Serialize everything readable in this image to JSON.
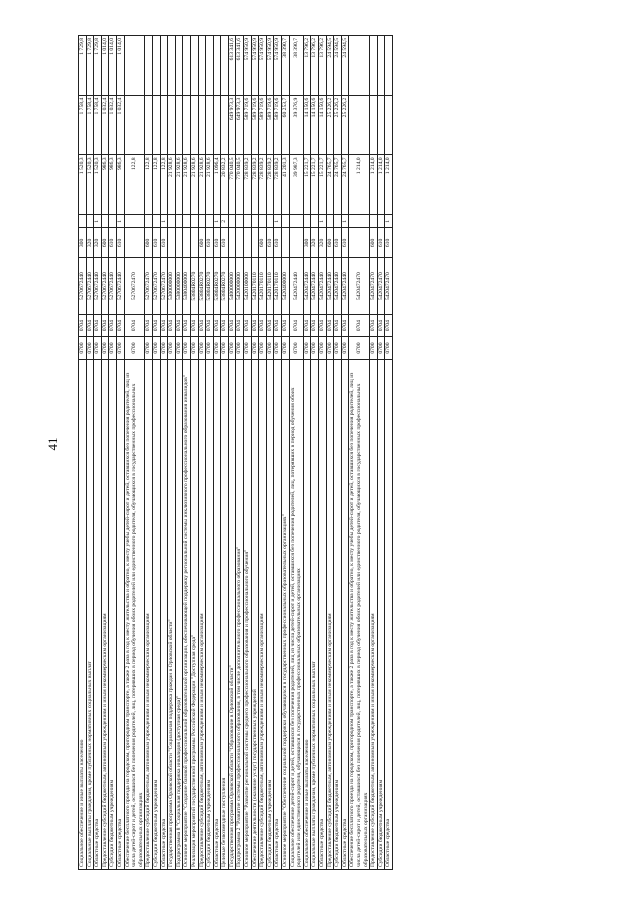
{
  "page_number": "41",
  "rows": [
    [
      "Социальное обеспечение и иные выплаты населению",
      "0700",
      "0704",
      "5270672440",
      "300",
      "",
      "1 520,3",
      "1 758,4",
      "1 729,8"
    ],
    [
      "Социальные выплаты гражданам, кроме публичных нормативных социальных выплат",
      "0700",
      "0704",
      "5270672440",
      "320",
      "",
      "1 520,3",
      "1 758,4",
      "1 729,8"
    ],
    [
      "Областные средства",
      "0700",
      "0704",
      "5270672440",
      "320",
      "1",
      "1 520,3",
      "1 758,4",
      "1 729,8"
    ],
    [
      "Предоставление субсидий бюджетным, автономным учреждениям и иным некоммерческим организациям",
      "0700",
      "0704",
      "5270672440",
      "600",
      "",
      "986,3",
      "1 032,4",
      "1 014,0"
    ],
    [
      "Субсидии бюджетным учреждениям",
      "0700",
      "0704",
      "5270672440",
      "610",
      "",
      "986,3",
      "1 032,4",
      "1 014,0"
    ],
    [
      "Областные средства",
      "0700",
      "0704",
      "5270672440",
      "610",
      "1",
      "986,3",
      "1 032,4",
      "1 014,0"
    ],
    [
      "Обеспечение бесплатного проезда на городском, пригородном транспорте, а также 2 раза в год к месту жительства и обратно, к месту учебы детей-сирот и детей, оставшихся без попечения родителей, лиц из числа детей-сирот и детей, оставшихся без попечения родителей, лиц, потерявших в период обучения обоих родителей или единственного родителя, обучающихся в государственных профессиональных образовательных организациях",
      "0700",
      "0704",
      "5270672470",
      "",
      "",
      "122,8",
      "",
      ""
    ],
    [
      "Предоставление субсидий бюджетным, автономным учреждениям и иным некоммерческим организациям",
      "0700",
      "0704",
      "5270672470",
      "600",
      "",
      "122,8",
      "",
      ""
    ],
    [
      "Субсидии бюджетным учреждениям",
      "0700",
      "0704",
      "5270672470",
      "610",
      "",
      "122,8",
      "",
      ""
    ],
    [
      "Областные средства",
      "0700",
      "0704",
      "5270672470",
      "610",
      "1",
      "122,8",
      "",
      ""
    ],
    [
      "Государственная программа Орловской области \"Социальная поддержка граждан в Орловской области\"",
      "0700",
      "0704",
      "5300000000",
      "",
      "",
      "21 928,6",
      "",
      ""
    ],
    [
      "Подпрограмма 8 \"Социальная поддержка инвалидов (доступная среда)\"",
      "0700",
      "0704",
      "5380000000",
      "",
      "",
      "21 928,6",
      "",
      ""
    ],
    [
      "Основное мероприятие \"Создание базовой профессиональной образовательной организации, обеспечивающей поддержку региональной системы инклюзивного профессионального образования инвалидов\"",
      "0700",
      "0704",
      "5380400000",
      "",
      "",
      "21 928,6",
      "",
      ""
    ],
    [
      "Реализация мероприятий государственной программы Российской Федерации \"Доступная среда\"",
      "0700",
      "0704",
      "53804R0270",
      "",
      "",
      "21 928,6",
      "",
      ""
    ],
    [
      "Предоставление субсидий бюджетным, автономным учреждениям и иным некоммерческим организациям",
      "0700",
      "0704",
      "53804R0270",
      "600",
      "",
      "21 928,6",
      "",
      ""
    ],
    [
      "Субсидии бюджетным учреждениям",
      "0700",
      "0704",
      "53804R0270",
      "610",
      "",
      "21 928,6",
      "",
      ""
    ],
    [
      "Областные средства",
      "0700",
      "0704",
      "53804R0270",
      "610",
      "1",
      "1 096,4",
      "",
      ""
    ],
    [
      "Целевые безвозмездные поступления",
      "0700",
      "0704",
      "53804R0270",
      "610",
      "2",
      "20 832,2",
      "",
      ""
    ],
    [
      "Государственная программа Орловской области \"Образование в Орловской области\"",
      "0700",
      "0704",
      "5400000000",
      "",
      "",
      "770 040,5",
      "649 973,3",
      "613 341,6"
    ],
    [
      "Подпрограмма 2 \"Развитие системы профессионального образования, в том числе дополнительного профессионального образования\"",
      "0700",
      "0704",
      "5420000000",
      "",
      "",
      "770 040,5",
      "649 973,3",
      "613 341,6"
    ],
    [
      "Основное мероприятие \"Развитие региональной системы среднего профессионального образования и профессионального обучения\"",
      "0700",
      "0704",
      "5420100000",
      "",
      "",
      "728 839,2",
      "589 719,6",
      "574 950,9"
    ],
    [
      "Обеспечение деятельности (оказание услуг) государственных учреждений",
      "0700",
      "0704",
      "5420170110",
      "",
      "",
      "728 839,2",
      "589 719,6",
      "574 950,9"
    ],
    [
      "Предоставление субсидий бюджетным, автономным учреждениям и иным некоммерческим организациям",
      "0700",
      "0704",
      "5420170110",
      "600",
      "",
      "728 839,2",
      "589 719,6",
      "574 950,9"
    ],
    [
      "Субсидии бюджетным учреждениям",
      "0700",
      "0704",
      "5420170110",
      "610",
      "",
      "728 839,2",
      "589 719,6",
      "574 950,9"
    ],
    [
      "Областные средства",
      "0700",
      "0704",
      "5420170110",
      "610",
      "1",
      "728 839,2",
      "589 719,6",
      "574 950,9"
    ],
    [
      "Основное мероприятие \"Обеспечение социальной поддержки обучающихся в государственных профессиональных образовательных организациях\"",
      "0700",
      "0704",
      "5420400000",
      "",
      "",
      "41 201,3",
      "60 253,7",
      "38 390,7"
    ],
    [
      "Социальное обеспечение детей-сирот и детей, оставшихся без попечения родителей, лиц из числа детей-сирот и детей, оставшихся без попечения родителей, лиц, потерявших в период обучения обоих родителей или единственного родителя, обучающихся в государственных профессиональных образовательных организациях",
      "0700",
      "0704",
      "5420472440",
      "",
      "",
      "39 987,3",
      "39 376,9",
      "38 390,7"
    ],
    [
      "Социальное обеспечение и иные выплаты населению",
      "0700",
      "0704",
      "5420472440",
      "300",
      "",
      "15 221,7",
      "14 150,6",
      "13 796,2"
    ],
    [
      "Социальные выплаты гражданам, кроме публичных нормативных социальных выплат",
      "0700",
      "0704",
      "5420472440",
      "320",
      "",
      "15 221,7",
      "14 150,6",
      "13 796,2"
    ],
    [
      "Областные средства",
      "0700",
      "0704",
      "5420472440",
      "320",
      "1",
      "15 221,7",
      "14 150,6",
      "13 796,2"
    ],
    [
      "Предоставление субсидий бюджетным, автономным учреждениям и иным некоммерческим организациям",
      "0700",
      "0704",
      "5420472440",
      "600",
      "",
      "24 765,7",
      "25 226,2",
      "24 594,5"
    ],
    [
      "Субсидии бюджетным учреждениям",
      "0700",
      "0704",
      "5420472440",
      "610",
      "",
      "24 765,7",
      "25 226,2",
      "24 594,5"
    ],
    [
      "Областные средства",
      "0700",
      "0704",
      "5420472440",
      "610",
      "1",
      "24 765,7",
      "25 226,2",
      "24 594,5"
    ],
    [
      "Обеспечение бесплатного проезда на городском, пригородном транспорте, а также 2 раза в год к месту жительства и обратно, к месту учебы детей-сирот и детей, оставшихся без попечения родителей, лиц из числа детей-сирот и детей, оставшихся без попечения родителей, лиц, потерявших в период обучения обоих родителей или единственного родителя, обучающихся в государственных профессиональных образовательных организациях",
      "0700",
      "0704",
      "5420472470",
      "",
      "",
      "1 214,0",
      "",
      ""
    ],
    [
      "Предоставление субсидий бюджетным, автономным учреждениям и иным некоммерческим организациям",
      "0700",
      "0704",
      "5420472470",
      "600",
      "",
      "1 214,0",
      "",
      ""
    ],
    [
      "Субсидии бюджетным учреждениям",
      "0700",
      "0704",
      "5420472470",
      "610",
      "",
      "1 214,0",
      "",
      ""
    ],
    [
      "Областные средства",
      "0700",
      "0704",
      "5420472470",
      "610",
      "1",
      "1 214,0",
      "",
      ""
    ]
  ]
}
